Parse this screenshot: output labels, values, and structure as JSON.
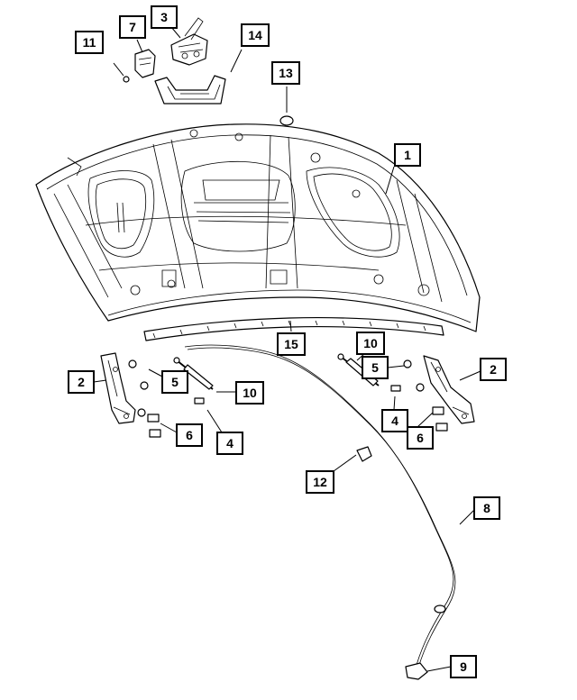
{
  "callouts": [
    {
      "id": "c1",
      "label": "1"
    },
    {
      "id": "c2l",
      "label": "2"
    },
    {
      "id": "c2r",
      "label": "2"
    },
    {
      "id": "c3",
      "label": "3"
    },
    {
      "id": "c4l",
      "label": "4"
    },
    {
      "id": "c4r",
      "label": "4"
    },
    {
      "id": "c5l",
      "label": "5"
    },
    {
      "id": "c5r",
      "label": "5"
    },
    {
      "id": "c6l",
      "label": "6"
    },
    {
      "id": "c6r",
      "label": "6"
    },
    {
      "id": "c7",
      "label": "7"
    },
    {
      "id": "c8",
      "label": "8"
    },
    {
      "id": "c9",
      "label": "9"
    },
    {
      "id": "c10l",
      "label": "10"
    },
    {
      "id": "c10r",
      "label": "10"
    },
    {
      "id": "c11",
      "label": "11"
    },
    {
      "id": "c12",
      "label": "12"
    },
    {
      "id": "c13",
      "label": "13"
    },
    {
      "id": "c14",
      "label": "14"
    },
    {
      "id": "c15",
      "label": "15"
    }
  ]
}
